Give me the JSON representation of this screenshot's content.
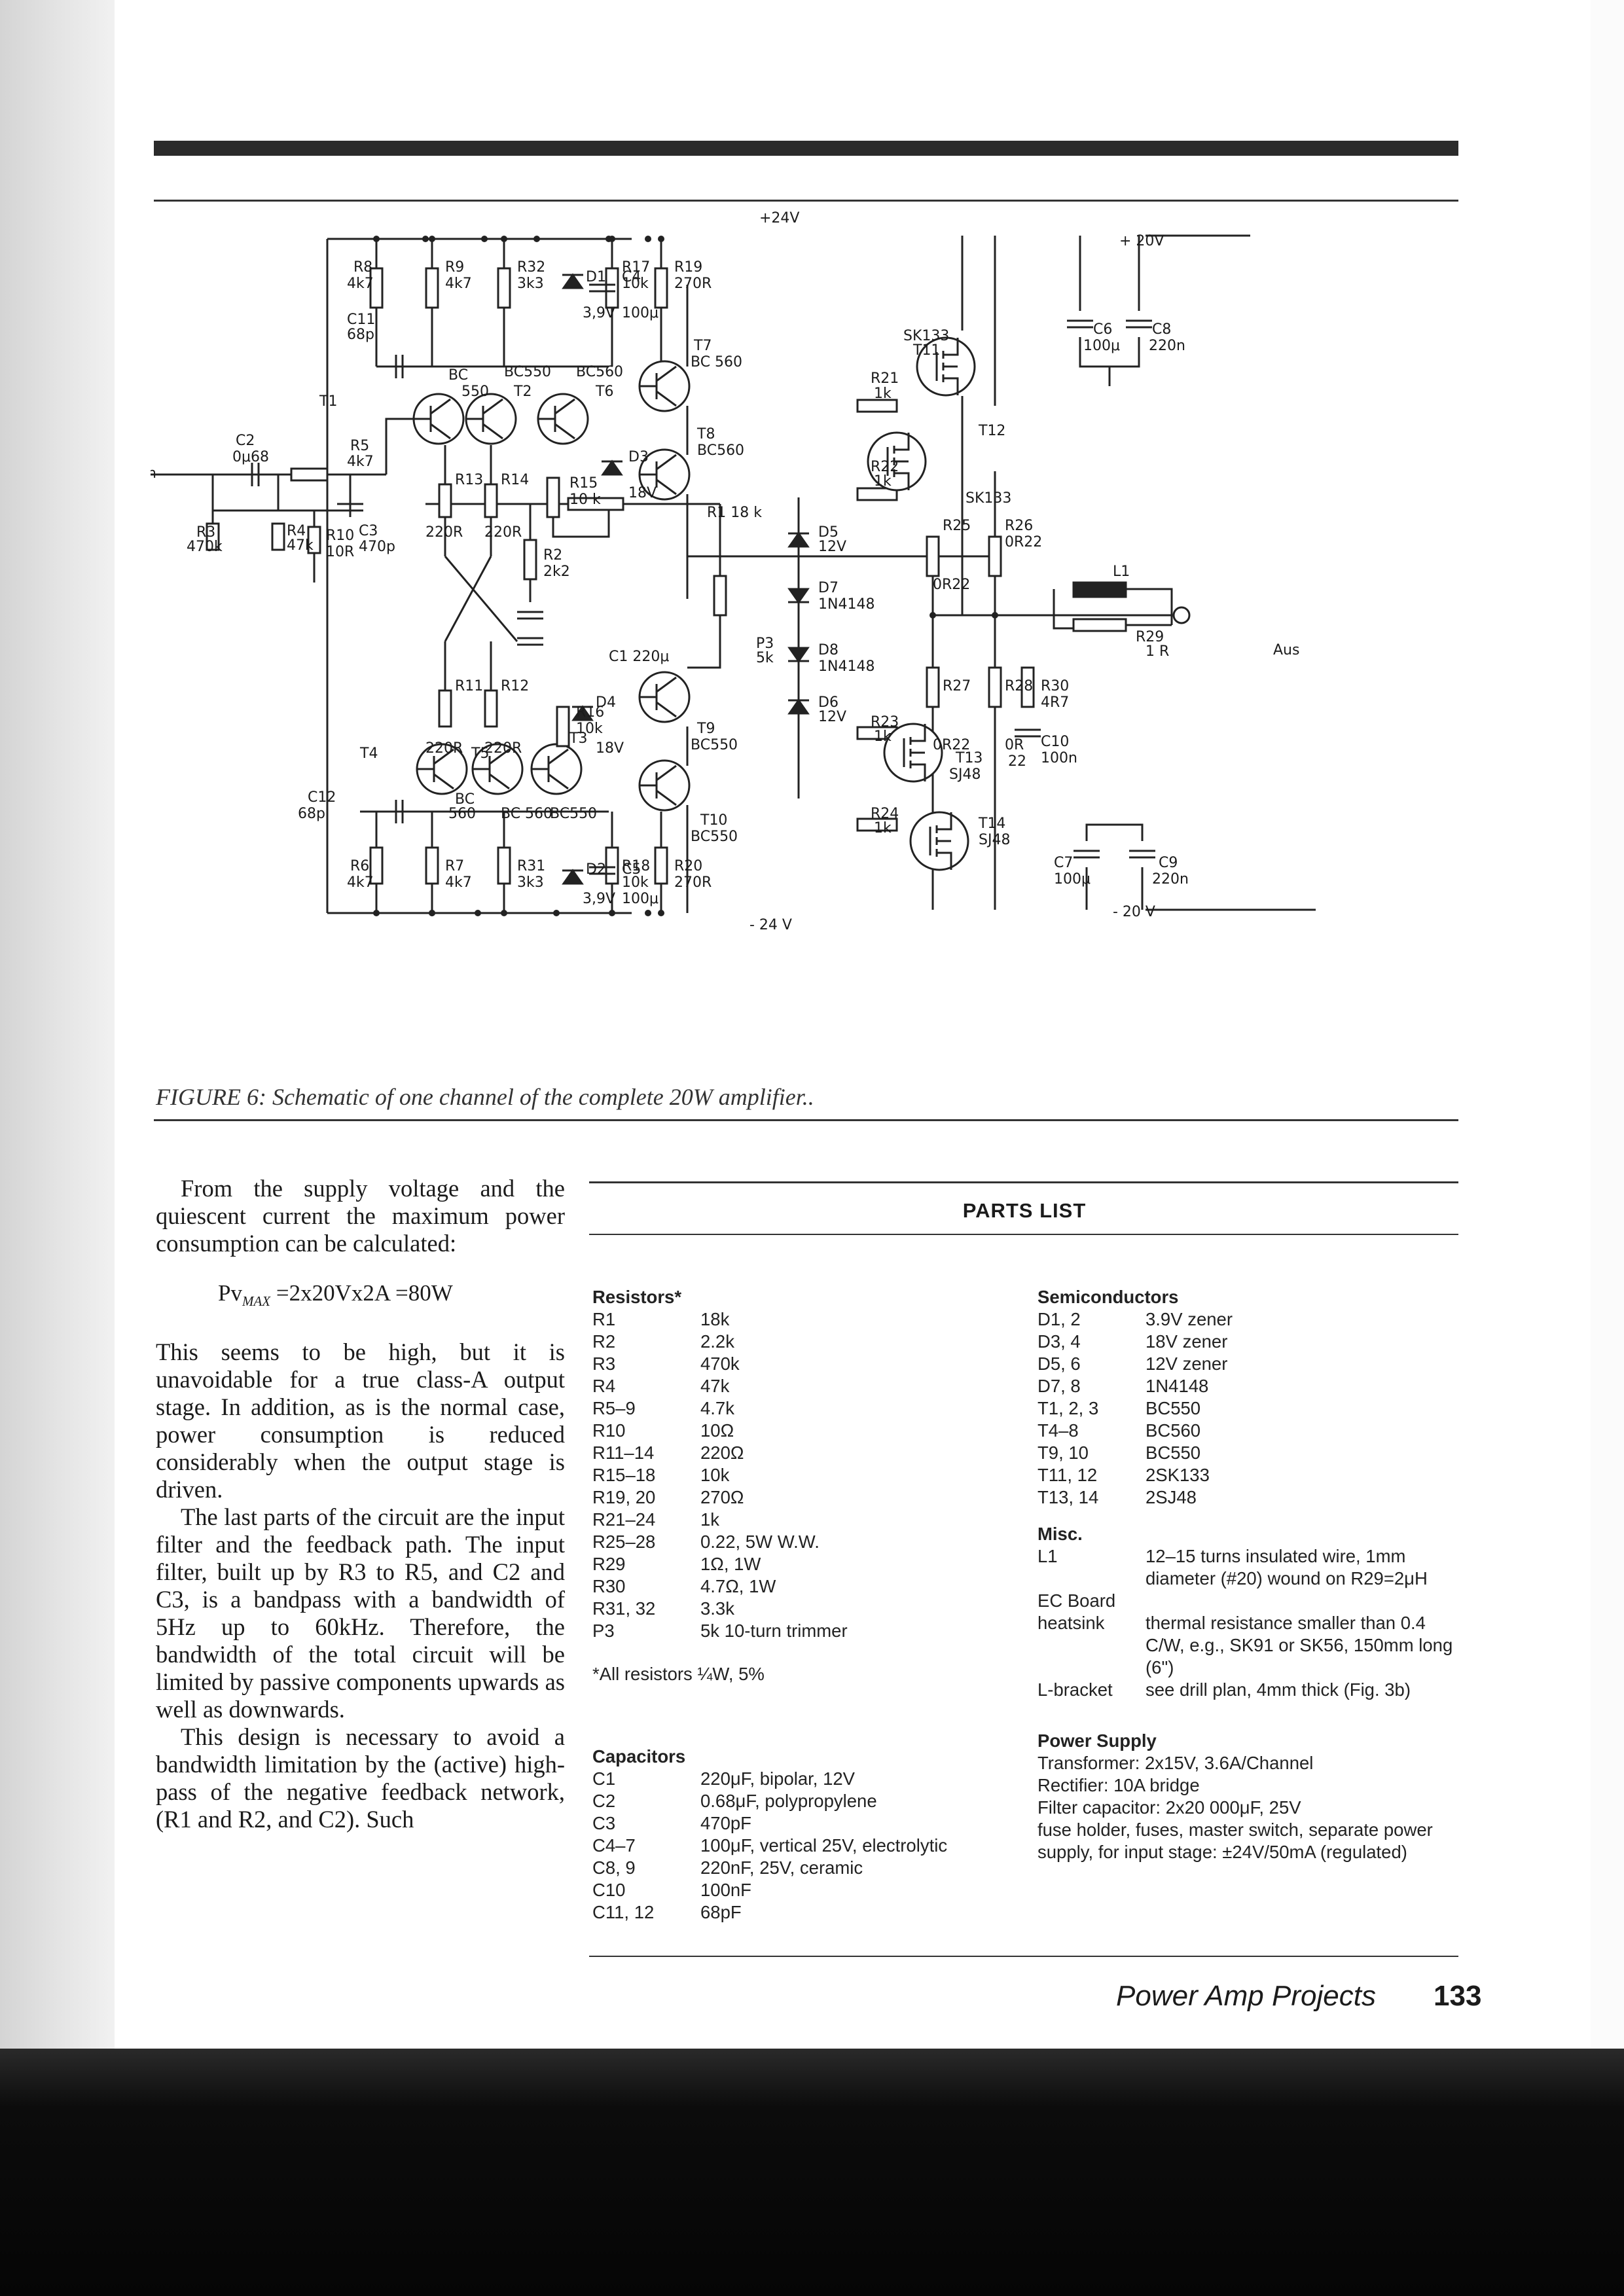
{
  "figure": {
    "caption": "FIGURE 6: Schematic of one channel of the complete 20W amplifier..",
    "labels": {
      "vplus24": "+24V",
      "vminus24": "- 24 V",
      "vplus20": "+ 20V",
      "vminus20": "- 20 V",
      "ein": "Ein",
      "aus": "Aus",
      "c2a": "C2",
      "c2b": "0μ68",
      "r5a": "R5",
      "r5b": "4k7",
      "r3a": "R3",
      "r3b": "470k",
      "r4a": "R4",
      "r4b": "47k",
      "c3a": "C3",
      "c3b": "470p",
      "r10a": "R10",
      "r10b": "10R",
      "r8a": "R8",
      "r8b": "4k7",
      "r9a": "R9",
      "r9b": "4k7",
      "c11a": "C11",
      "c11b": "68p",
      "r32a": "R32",
      "r32b": "3k3",
      "d1": "D1",
      "d1v": "3,9V",
      "c4": "C4",
      "c4v": "100μ",
      "r17a": "R17",
      "r17b": "10k",
      "r19a": "R19",
      "r19b": "270R",
      "t1": "T1",
      "bc550": "BC",
      "bc550b": "550",
      "t2a": "BC550",
      "t2b": "T2",
      "t6a": "BC560",
      "t6b": "T6",
      "t7a": "T7",
      "t7b": "BC 560",
      "t8a": "T8",
      "t8b": "BC560",
      "r13": "R13",
      "r14": "R14",
      "r220a": "220R",
      "r220b": "220R",
      "r15a": "R15",
      "r15b": "10 k",
      "d3": "D3",
      "d3v": "18V",
      "r1": "R1   18 k",
      "r2a": "R2",
      "r2b": "2k2",
      "c1": "C1   220μ",
      "p3a": "P3",
      "p3b": "5k",
      "r21a": "R21",
      "r21b": "1k",
      "r22a": "R22",
      "r22b": "1k",
      "sk133a": "SK133",
      "t11": "T11",
      "t12": "T12",
      "sk133b": "SK133",
      "c6a": "C6",
      "c6b": "100μ",
      "c8a": "C8",
      "c8b": "220n",
      "d5a": "D5",
      "d5b": "12V",
      "d7a": "D7",
      "d7b": "1N4148",
      "d8a": "D8",
      "d8b": "1N4148",
      "d6a": "D6",
      "d6b": "12V",
      "r25": "R25",
      "r26": "R26",
      "r26v": "0R22",
      "r25v": "0R22",
      "l1": "L1",
      "r29a": "R29",
      "r29b": "1 R",
      "r30a": "R30",
      "r30b": "4R7",
      "r27": "R27",
      "r28": "R28",
      "r27v": "0R22",
      "r28v": "0R",
      "r28v2": "22",
      "c10a": "C10",
      "c10b": "100n",
      "r11": "R11",
      "r12": "R12",
      "r220c": "220R",
      "r220d": "220R",
      "t4": "T4",
      "t5": "T5",
      "bc560a": "BC",
      "bc560b": "560",
      "bc560c": "BC 560",
      "t3": "T3",
      "bc550c": "BC550",
      "r16a": "R16",
      "r16b": "10k",
      "d4": "D4",
      "d4v": "18V",
      "t9a": "T9",
      "t9b": "BC550",
      "t10a": "T10",
      "t10b": "BC550",
      "r23a": "R23",
      "r23b": "1k",
      "r24a": "R24",
      "r24b": "1k",
      "t13a": "T13",
      "t13b": "SJ48",
      "t14a": "T14",
      "t14b": "SJ48",
      "c12a": "C12",
      "c12b": "68p",
      "r6a": "R6",
      "r6b": "4k7",
      "r7a": "R7",
      "r7b": "4k7",
      "r31a": "R31",
      "r31b": "3k3",
      "d2": "D2",
      "d2v": "3,9V",
      "c5": "C5",
      "c5v": "100μ",
      "r18a": "R18",
      "r18b": "10k",
      "r20a": "R20",
      "r20b": "270R",
      "c7a": "C7",
      "c7b": "100μ",
      "c9a": "C9",
      "c9b": "220n"
    }
  },
  "body": {
    "intro": "From the supply voltage and the quiescent current the maximum power consumption can be calculated:",
    "formula_lhs": "Pv",
    "formula_sub": "MAX",
    "formula_rhs": " =2x20Vx2A =80W",
    "p1": "This seems to be high, but it is unavoidable for a true class-A output stage. In addition, as is the normal case, power consumption is reduced considerably when the output stage is driven.",
    "p2": "The last parts of the circuit are the input filter and the feedback path. The input filter, built up by R3 to R5, and C2 and C3, is a bandpass with a bandwidth of 5Hz up to 60kHz. Therefore, the bandwidth of the total circuit will be limited by passive components upwards as well as downwards.",
    "p3": "This design is necessary to avoid a bandwidth limitation by the (active) high-pass of the negative feedback network, (R1 and R2, and C2). Such"
  },
  "parts_list": {
    "title": "PARTS LIST",
    "resistors": {
      "heading": "Resistors*",
      "items": [
        {
          "ref": "R1",
          "value": "18k"
        },
        {
          "ref": "R2",
          "value": "2.2k"
        },
        {
          "ref": "R3",
          "value": "470k"
        },
        {
          "ref": "R4",
          "value": "47k"
        },
        {
          "ref": "R5–9",
          "value": "4.7k"
        },
        {
          "ref": "R10",
          "value": "10Ω"
        },
        {
          "ref": "R11–14",
          "value": "220Ω"
        },
        {
          "ref": "R15–18",
          "value": "10k"
        },
        {
          "ref": "R19, 20",
          "value": "270Ω"
        },
        {
          "ref": "R21–24",
          "value": "1k"
        },
        {
          "ref": "R25–28",
          "value": "0.22, 5W W.W."
        },
        {
          "ref": "R29",
          "value": "1Ω, 1W"
        },
        {
          "ref": "R30",
          "value": "4.7Ω, 1W"
        },
        {
          "ref": "R31, 32",
          "value": "3.3k"
        },
        {
          "ref": "P3",
          "value": "5k 10-turn trimmer"
        }
      ],
      "note": "*All resistors ¼W, 5%"
    },
    "capacitors": {
      "heading": "Capacitors",
      "items": [
        {
          "ref": "C1",
          "value": "220μF, bipolar, 12V"
        },
        {
          "ref": "C2",
          "value": "0.68μF, polypropylene"
        },
        {
          "ref": "C3",
          "value": "470pF"
        },
        {
          "ref": "C4–7",
          "value": "100μF, vertical 25V, electrolytic"
        },
        {
          "ref": "C8, 9",
          "value": "220nF, 25V, ceramic"
        },
        {
          "ref": "C10",
          "value": "100nF"
        },
        {
          "ref": "C11, 12",
          "value": "68pF"
        }
      ]
    },
    "semiconductors": {
      "heading": "Semiconductors",
      "items": [
        {
          "ref": "D1, 2",
          "value": "3.9V zener"
        },
        {
          "ref": "D3, 4",
          "value": "18V zener"
        },
        {
          "ref": "D5, 6",
          "value": "12V zener"
        },
        {
          "ref": "D7, 8",
          "value": "1N4148"
        },
        {
          "ref": "T1, 2, 3",
          "value": "BC550"
        },
        {
          "ref": "T4–8",
          "value": "BC560"
        },
        {
          "ref": "T9, 10",
          "value": "BC550"
        },
        {
          "ref": "T11, 12",
          "value": "2SK133"
        },
        {
          "ref": "T13, 14",
          "value": "2SJ48"
        }
      ]
    },
    "misc": {
      "heading": "Misc.",
      "items": [
        {
          "ref": "L1",
          "value": "12–15 turns insulated wire, 1mm diameter (#20) wound on R29=2μH"
        },
        {
          "ref": "EC Board",
          "value": ""
        },
        {
          "ref": "heatsink",
          "value": "thermal resistance smaller than 0.4 C/W, e.g., SK91 or SK56, 150mm long (6\")"
        },
        {
          "ref": "L-bracket",
          "value": "see drill plan, 4mm thick (Fig. 3b)"
        }
      ]
    },
    "power": {
      "heading": "Power Supply",
      "lines": [
        "Transformer:   2x15V, 3.6A/Channel",
        "Rectifier:   10A bridge",
        "Filter capacitor:   2x20 000μF, 25V",
        "fuse holder, fuses, master switch, separate power supply, for input stage: ±24V/50mA (regulated)"
      ]
    }
  },
  "footer": {
    "title": "Power Amp Projects",
    "page": "133"
  }
}
